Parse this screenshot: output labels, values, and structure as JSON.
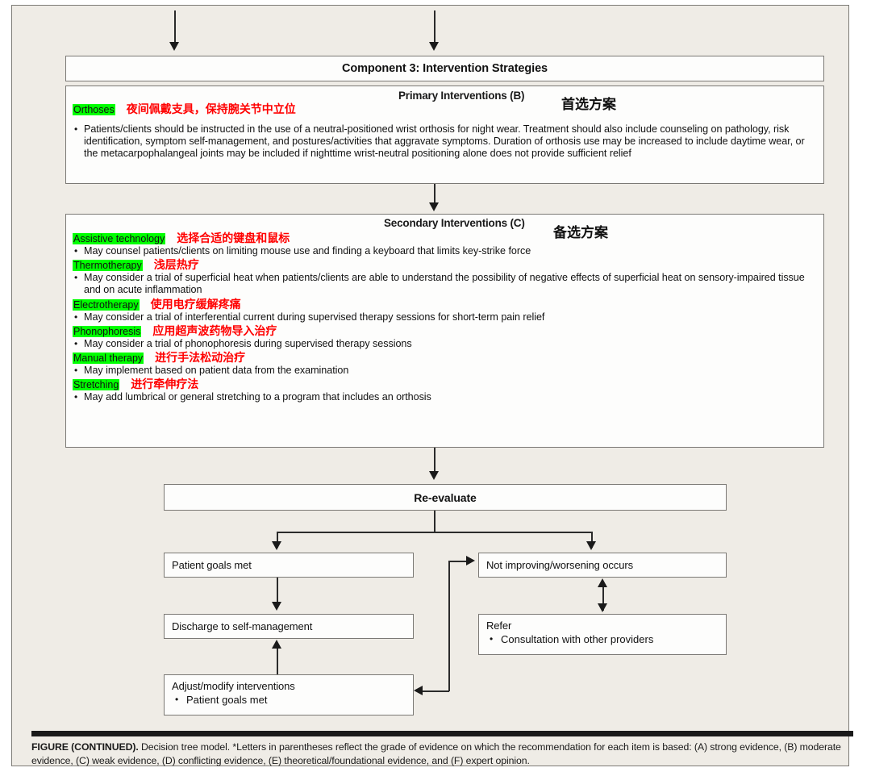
{
  "figure": {
    "component_title": "Component 3: Intervention Strategies",
    "primary": {
      "heading": "Primary Interventions (B)",
      "heading_cn": "首选方案",
      "label": "Orthoses",
      "label_cn": "夜间佩戴支具，保持腕关节中立位",
      "bullet": "Patients/clients should be instructed in the use of a neutral-positioned wrist orthosis for night wear. Treatment should also include counseling on pathology, risk identification, symptom self-management, and postures/activities that aggravate symptoms. Duration of orthosis use may be increased to include daytime wear, or the metacarpophalangeal joints may be included if nighttime wrist-neutral positioning alone does not provide sufficient relief"
    },
    "secondary": {
      "heading": "Secondary Interventions (C)",
      "heading_cn": "备选方案",
      "items": [
        {
          "label": "Assistive technology",
          "label_cn": "选择合适的键盘和鼠标",
          "bullet": "May counsel patients/clients on limiting mouse use and finding a keyboard that limits key-strike force"
        },
        {
          "label": "Thermotherapy",
          "label_cn": "浅层热疗",
          "bullet": "May consider a trial of superficial heat when patients/clients are able to understand the possibility of negative effects of superficial heat on sensory-impaired tissue and on acute inflammation"
        },
        {
          "label": "Electrotherapy",
          "label_cn": "使用电疗缓解疼痛",
          "bullet": "May consider a trial of interferential current during supervised therapy sessions for short-term pain relief"
        },
        {
          "label": "Phonophoresis",
          "label_cn": "应用超声波药物导入治疗",
          "bullet": "May consider a trial of phonophoresis during supervised therapy sessions"
        },
        {
          "label": "Manual therapy",
          "label_cn": "进行手法松动治疗",
          "bullet": "May implement based on patient data from the examination"
        },
        {
          "label": "Stretching",
          "label_cn": "进行牵伸疗法",
          "bullet": "May add lumbrical or general stretching to a program that includes an orthosis"
        }
      ]
    },
    "flow": {
      "reevaluate": "Re-evaluate",
      "patient_goals_met": "Patient goals met",
      "discharge": "Discharge to self-management",
      "adjust_title": "Adjust/modify interventions",
      "adjust_bullet": "Patient goals met",
      "not_improving": "Not improving/worsening occurs",
      "refer_title": "Refer",
      "refer_bullet": "Consultation with other providers"
    },
    "caption": {
      "label": "FIGURE (CONTINUED).",
      "text": " Decision tree model. *Letters in parentheses reflect the grade of evidence on which the recommendation for each item is based: (A) strong evidence, (B) moderate evidence, (C) weak evidence, (D) conflicting evidence, (E) theoretical/foundational evidence, and (F) expert opinion."
    },
    "colors": {
      "highlight_green": "#00ff00",
      "annotation_red": "#ff0000",
      "page_background": "#efece6",
      "box_fill": "#fdfdfc",
      "box_border": "#7b7975",
      "connector": "#1a1a1a"
    }
  }
}
